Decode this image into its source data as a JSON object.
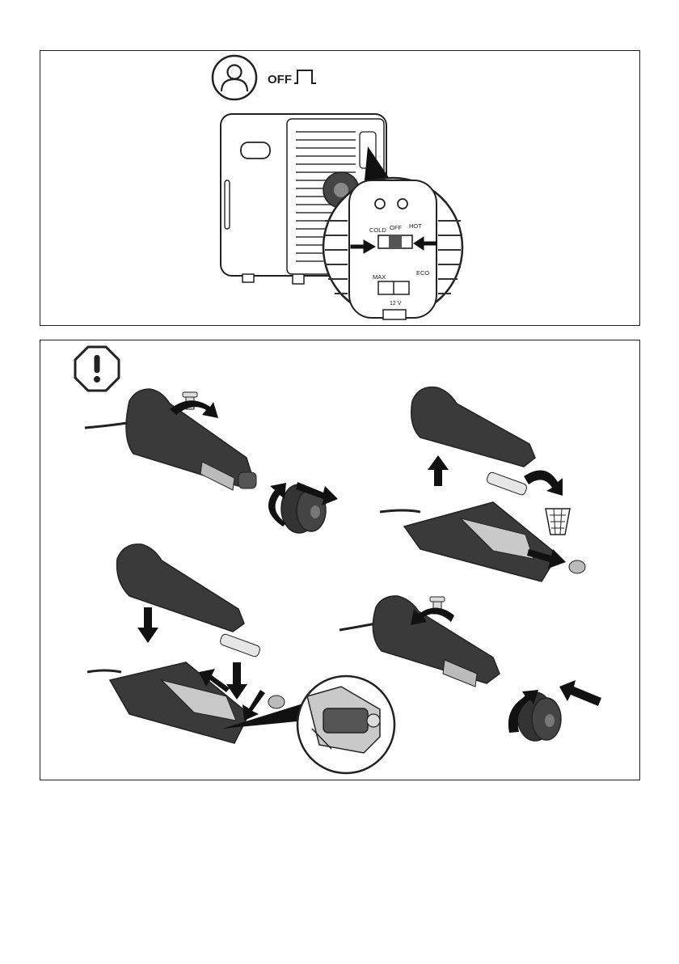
{
  "top_panel": {
    "off_label": "OFF",
    "switch_labels": {
      "cold": "COLD",
      "off": "OFF",
      "hot": "HOT"
    },
    "mode_labels": {
      "max": "MAX",
      "eco": "ECO"
    },
    "voltage_label": "12 V"
  },
  "icons": {
    "person": "person-circle-icon",
    "socket": "socket-icon",
    "warning": "warning-octagon-icon",
    "screw": "screw-icon",
    "fuse": "fuse-icon",
    "basket": "waste-basket-icon",
    "arrow": "arrow-icon"
  }
}
